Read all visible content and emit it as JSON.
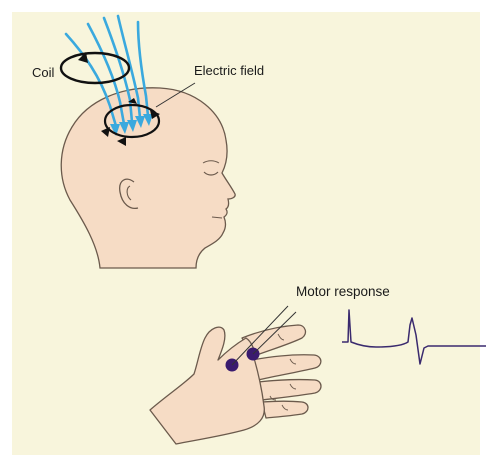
{
  "labels": {
    "coil": "Coil",
    "electric_field": "Electric field",
    "motor_response": "Motor response"
  },
  "colors": {
    "background": "#f8f5dc",
    "skin": "#f6dcc5",
    "outline": "#6b5a4c",
    "field_lines": "#3aa9de",
    "coil": "#111111",
    "electrodes": "#3a1a6e",
    "trace": "#3a2a6e"
  }
}
